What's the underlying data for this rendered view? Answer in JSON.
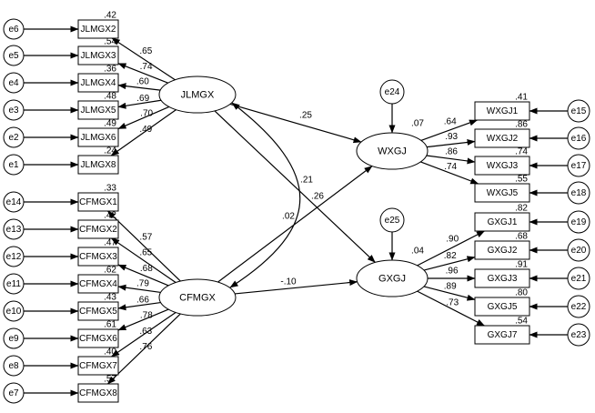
{
  "latent": [
    {
      "id": "JLMGX",
      "label": "JLMGX"
    },
    {
      "id": "CFMGX",
      "label": "CFMGX"
    },
    {
      "id": "WXGJ",
      "label": "WXGJ",
      "r2": ".07"
    },
    {
      "id": "GXGJ",
      "label": "GXGJ",
      "r2": ".04"
    }
  ],
  "indicators_left": [
    {
      "id": "JLMGX2",
      "label": "JLMGX2",
      "error": "e6",
      "r2": ".42",
      "loading": ".65"
    },
    {
      "id": "JLMGX3",
      "label": "JLMGX3",
      "error": "e5",
      "r2": ".54",
      "loading": ".74"
    },
    {
      "id": "JLMGX4",
      "label": "JLMGX4",
      "error": "e4",
      "r2": ".36",
      "loading": ".60"
    },
    {
      "id": "JLMGX5",
      "label": "JLMGX5",
      "error": "e3",
      "r2": ".48",
      "loading": ".69"
    },
    {
      "id": "JLMGX6",
      "label": "JLMGX6",
      "error": "e2",
      "r2": ".49",
      "loading": ".70"
    },
    {
      "id": "JLMGX8",
      "label": "JLMGX8",
      "error": "e1",
      "r2": ".24",
      "loading": ".49"
    },
    {
      "id": "CFMGX1",
      "label": "CFMGX1",
      "error": "e14",
      "r2": ".33",
      "loading": ".57"
    },
    {
      "id": "CFMGX2",
      "label": "CFMGX2",
      "error": "e13",
      "r2": ".42",
      "loading": ".65"
    },
    {
      "id": "CFMGX3",
      "label": "CFMGX3",
      "error": "e12",
      "r2": ".47",
      "loading": ".68"
    },
    {
      "id": "CFMGX4",
      "label": "CFMGX4",
      "error": "e11",
      "r2": ".62",
      "loading": ".79"
    },
    {
      "id": "CFMGX5",
      "label": "CFMGX5",
      "error": "e10",
      "r2": ".43",
      "loading": ".66"
    },
    {
      "id": "CFMGX6",
      "label": "CFMGX6",
      "error": "e9",
      "r2": ".61",
      "loading": ".78"
    },
    {
      "id": "CFMGX7",
      "label": "CFMGX7",
      "error": "e8",
      "r2": ".40",
      "loading": ".63"
    },
    {
      "id": "CFMGX8",
      "label": "CFMGX8",
      "error": "e7",
      "r2": ".57",
      "loading": ".76"
    }
  ],
  "indicators_right": [
    {
      "id": "WXGJ1",
      "label": "WXGJ1",
      "error": "e15",
      "r2": ".41",
      "loading": ".64"
    },
    {
      "id": "WXGJ2",
      "label": "WXGJ2",
      "error": "e16",
      "r2": ".86",
      "loading": ".93"
    },
    {
      "id": "WXGJ3",
      "label": "WXGJ3",
      "error": "e17",
      "r2": ".74",
      "loading": ".86"
    },
    {
      "id": "WXGJ5",
      "label": "WXGJ5",
      "error": "e18",
      "r2": ".55",
      "loading": ".74"
    },
    {
      "id": "GXGJ1",
      "label": "GXGJ1",
      "error": "e19",
      "r2": ".82",
      "loading": ".90"
    },
    {
      "id": "GXGJ2",
      "label": "GXGJ2",
      "error": "e20",
      "r2": ".68",
      "loading": ".82"
    },
    {
      "id": "GXGJ3",
      "label": "GXGJ3",
      "error": "e21",
      "r2": ".91",
      "loading": ".96"
    },
    {
      "id": "GXGJ5",
      "label": "GXGJ5",
      "error": "e22",
      "r2": ".80",
      "loading": ".89"
    },
    {
      "id": "GXGJ7",
      "label": "GXGJ7",
      "error": "e23",
      "r2": ".54",
      "loading": ".73"
    }
  ],
  "disturbances": [
    {
      "id": "e24",
      "label": "e24",
      "target": "WXGJ"
    },
    {
      "id": "e25",
      "label": "e25",
      "target": "GXGJ"
    }
  ],
  "paths": [
    {
      "from": "JLMGX",
      "to": "WXGJ",
      "coef": ".25"
    },
    {
      "from": "JLMGX",
      "to": "GXGJ",
      "coef": ".21"
    },
    {
      "from": "CFMGX",
      "to": "WXGJ",
      "coef": ".26"
    },
    {
      "from": "CFMGX",
      "to": "GXGJ",
      "coef": "-.10"
    }
  ],
  "correlation": {
    "between": [
      "JLMGX",
      "CFMGX"
    ],
    "coef": ".02"
  }
}
